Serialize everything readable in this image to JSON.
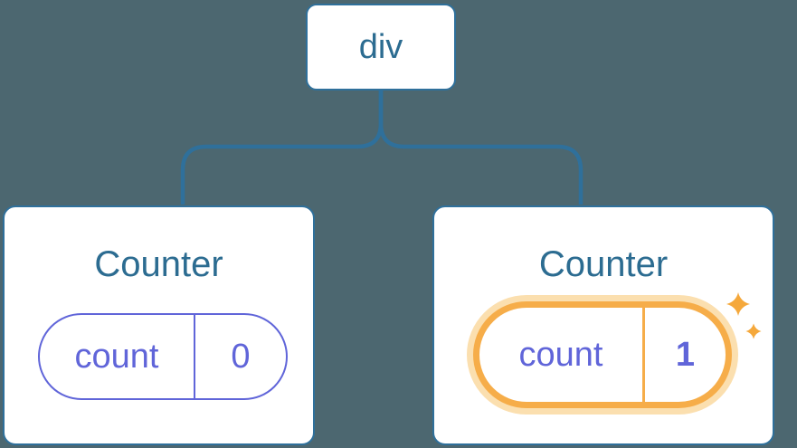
{
  "diagram": {
    "description": "React component tree: a div root with two Counter children holding count state",
    "root": {
      "label": "div"
    },
    "children": [
      {
        "title": "Counter",
        "state": {
          "key": "count",
          "value": "0"
        },
        "highlighted": false
      },
      {
        "title": "Counter",
        "state": {
          "key": "count",
          "value": "1"
        },
        "highlighted": true
      }
    ]
  },
  "icons": {
    "sparkle": "✦"
  },
  "colors": {
    "background": "#4C6770",
    "connector_blue": "#2F709B",
    "node_text_blue": "#2C6C91",
    "card_background": "#FFFFFF",
    "state_purple": "#6065D9",
    "highlight_orange": "#F6AD49",
    "highlight_glow": "#FBDFAF",
    "sparkle_orange": "#F5A83B"
  }
}
